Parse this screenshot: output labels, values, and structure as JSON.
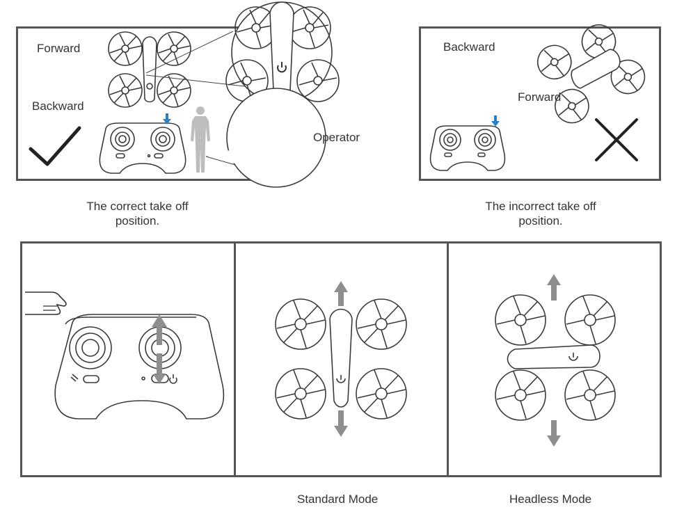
{
  "top_left": {
    "forward_label": "Forward",
    "backward_label": "Backward",
    "operator_label": "Operator",
    "caption_line1": "The correct take off",
    "caption_line2": "position."
  },
  "top_right": {
    "backward_label": "Backward",
    "forward_label": "Forward",
    "caption_line1": "The incorrect take off",
    "caption_line2": "position."
  },
  "bottom": {
    "standard_mode_label": "Standard Mode",
    "headless_mode_label": "Headless Mode"
  },
  "colors": {
    "border": "#555555",
    "arrow_blue": "#2a7fc9",
    "arrow_gray": "#8e8e8e",
    "check_mark": "#222222",
    "silhouette": "#bdbdbd"
  },
  "icons": [
    "check-icon",
    "cross-icon",
    "down-arrow-icon",
    "power-icon",
    "hand-icon",
    "up-arrow-icon"
  ]
}
